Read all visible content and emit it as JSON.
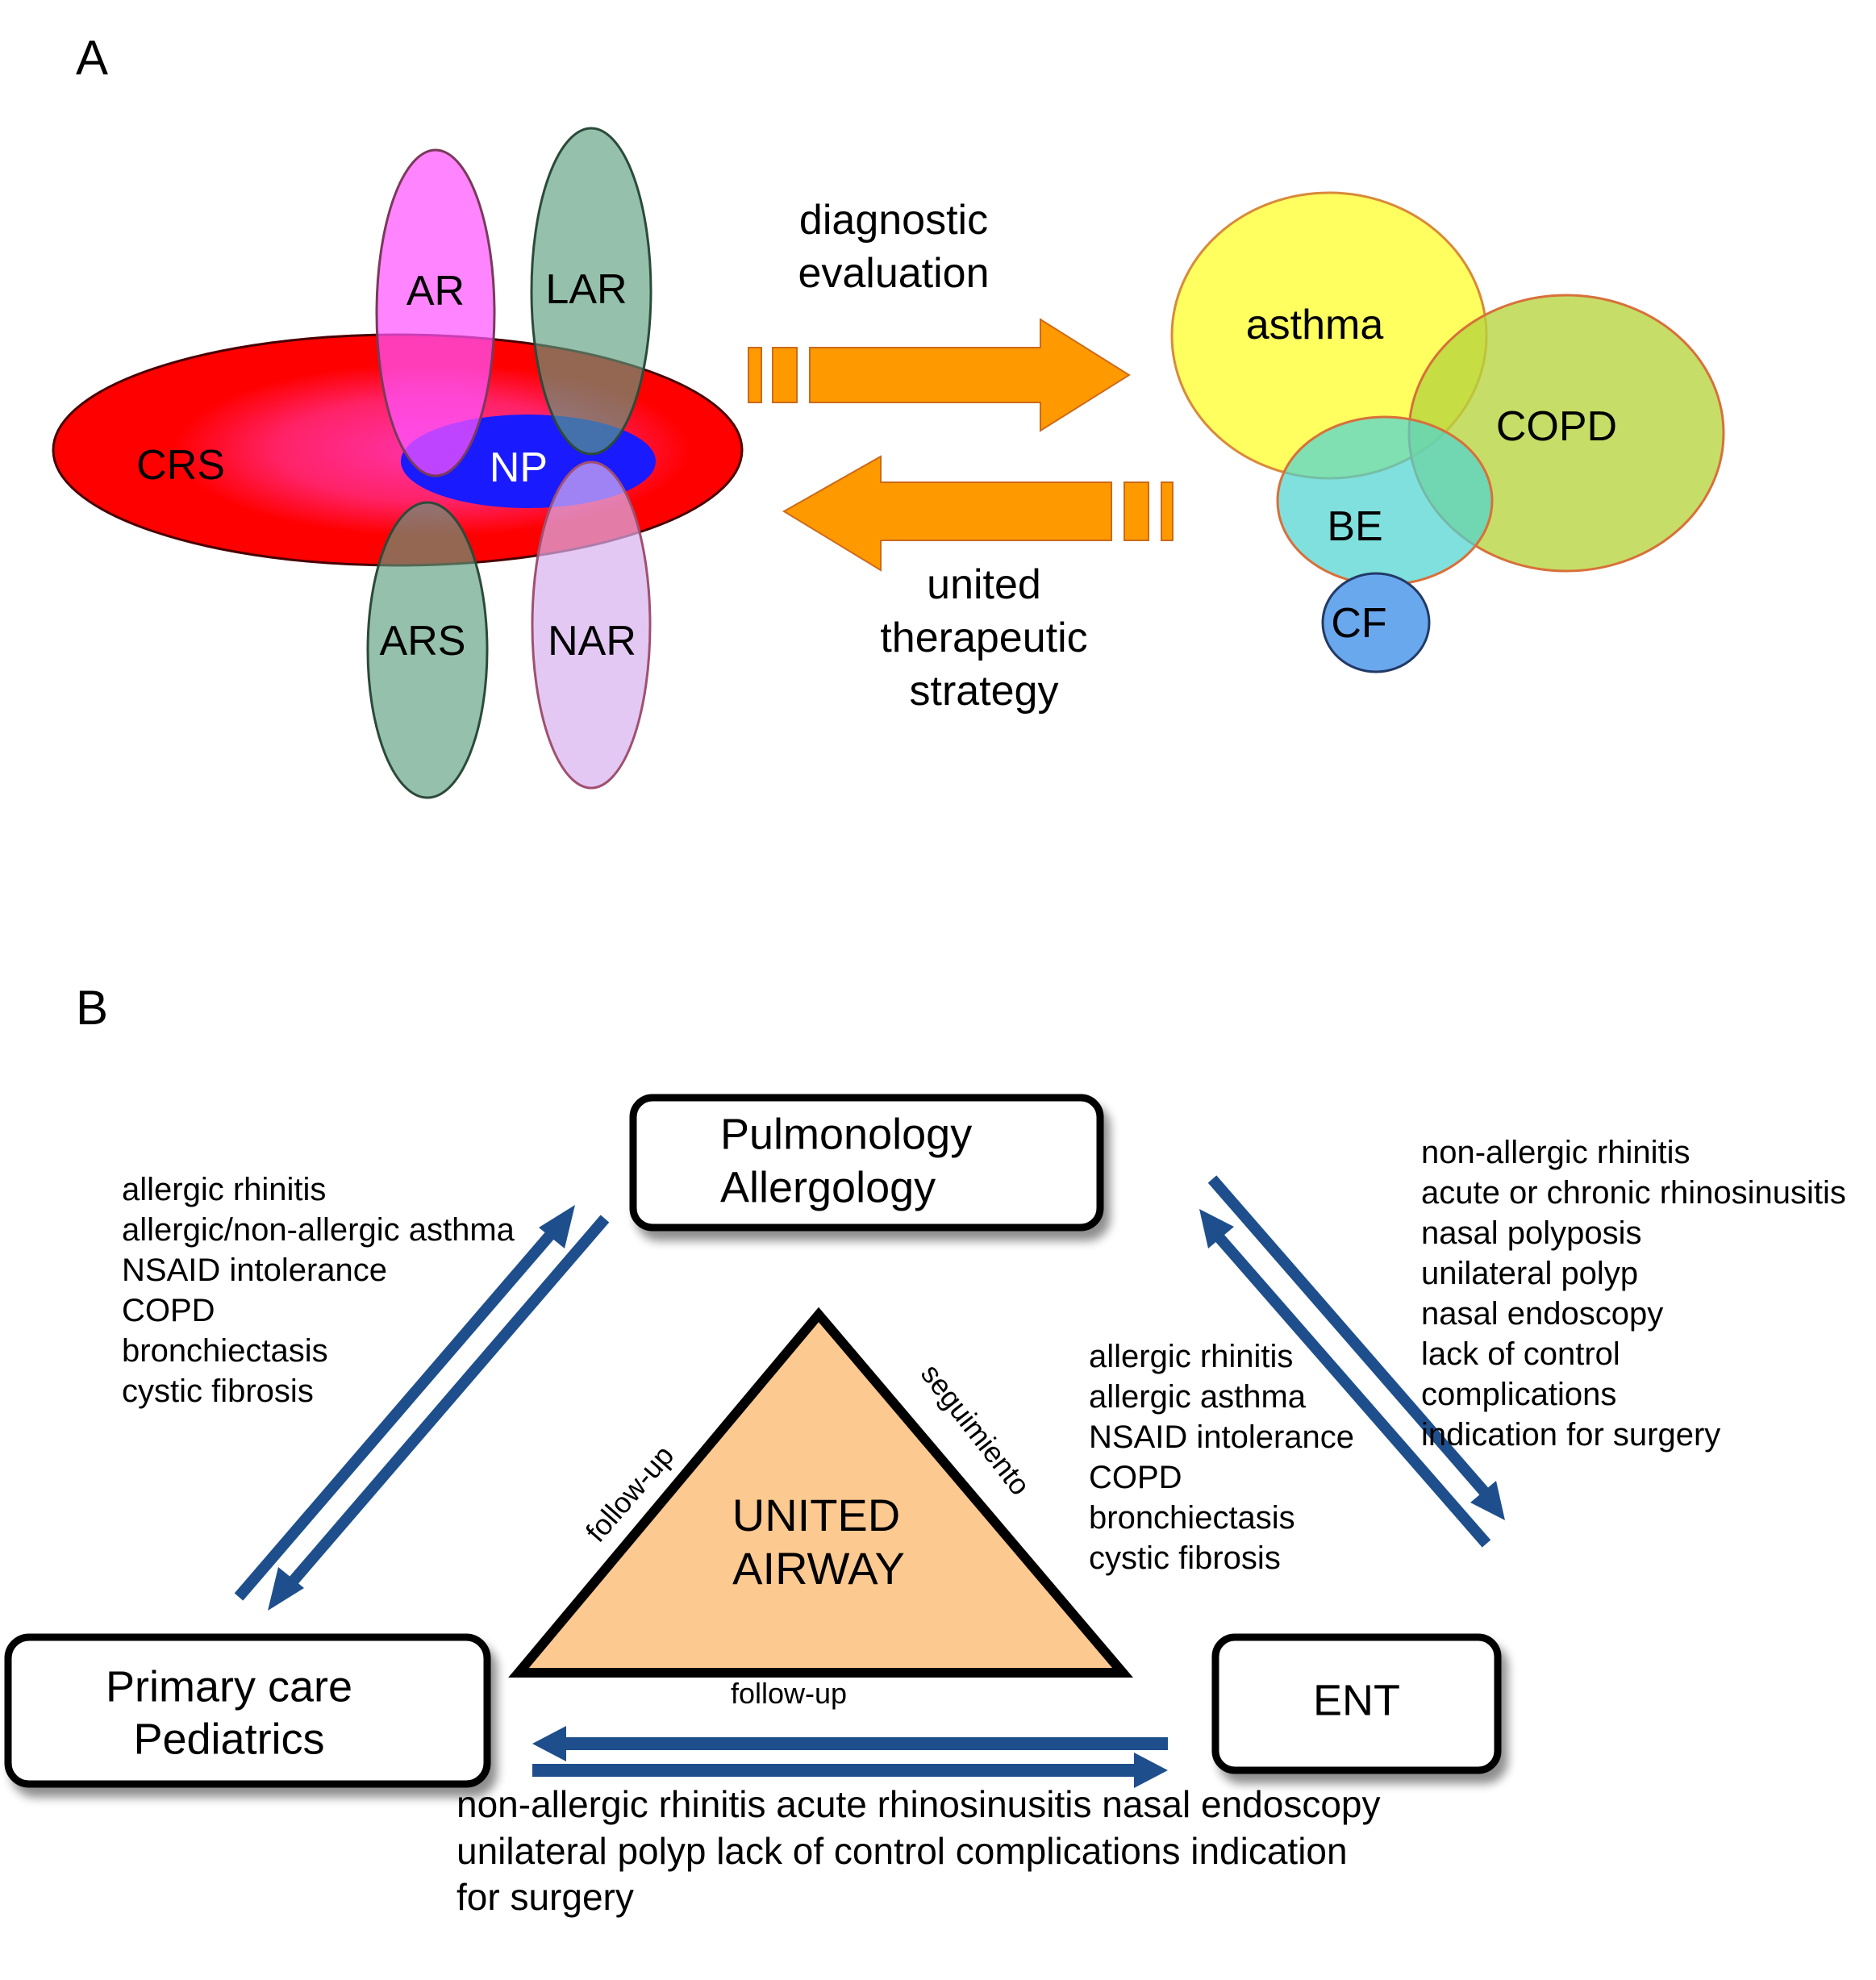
{
  "panel_a": {
    "label": "A",
    "nasal_sets": {
      "crs": {
        "label": "CRS",
        "color": "#ff0000"
      },
      "ar": {
        "label": "AR",
        "color": "#ff66ff"
      },
      "lar": {
        "label": "LAR",
        "color": "#6aa98a"
      },
      "np": {
        "label": "NP",
        "color": "#1a1aff"
      },
      "ars": {
        "label": "ARS",
        "color": "#6aa98a"
      },
      "nar": {
        "label": "NAR",
        "color": "#dcb8f0"
      }
    },
    "arrows": {
      "forward": {
        "caption_line1": "diagnostic",
        "caption_line2": "evaluation",
        "color": "#ff9900"
      },
      "backward": {
        "caption_line1": "united",
        "caption_line2": "therapeutic",
        "caption_line3": "strategy",
        "color": "#ff9900"
      }
    },
    "lower_sets": {
      "asthma": {
        "label": "asthma",
        "color": "#ffff55"
      },
      "copd": {
        "label": "COPD",
        "color": "#c4dc5a"
      },
      "be": {
        "label": "BE",
        "color": "#6fdcd8"
      },
      "cf": {
        "label": "CF",
        "color": "#6aa8ee"
      }
    }
  },
  "panel_b": {
    "label": "B",
    "nodes": {
      "pulmonology": {
        "line1": "Pulmonology",
        "line2": "Allergology"
      },
      "primary_care": {
        "line1": "Primary care",
        "line2": "Pediatrics"
      },
      "ent": {
        "line1": "ENT"
      }
    },
    "center": {
      "line1": "UNITED",
      "line2": "AIRWAY",
      "fill": "#fcc990",
      "left_edge_label": "follow-up",
      "right_edge_label": "seguimiento",
      "bottom_edge_label": "follow-up"
    },
    "arrow_color": "#1e4f8c",
    "primary_to_pulmonology_list": [
      "allergic rhinitis",
      "allergic/non-allergic asthma",
      "NSAID intolerance",
      "COPD",
      "bronchiectasis",
      "cystic fibrosis"
    ],
    "ent_to_pulmonology_list": [
      "allergic rhinitis",
      "allergic asthma",
      "NSAID intolerance",
      "COPD",
      "bronchiectasis",
      "cystic fibrosis"
    ],
    "pulmonology_to_ent_list": [
      "non-allergic rhinitis",
      "acute or chronic rhinosinusitis",
      "nasal polyposis",
      "unilateral polyp",
      "nasal endoscopy",
      "lack of control",
      "complications",
      "indication for surgery"
    ],
    "primary_to_ent_text": [
      "non-allergic rhinitis acute rhinosinusitis nasal endoscopy",
      "unilateral polyp lack of control complications indication",
      "for surgery"
    ]
  }
}
